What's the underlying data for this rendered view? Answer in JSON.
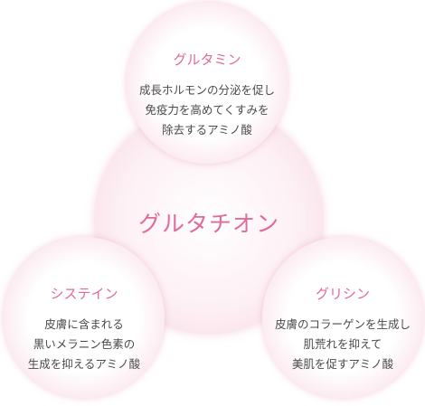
{
  "center": {
    "title": "グルタチオン"
  },
  "nodes": {
    "top": {
      "name": "グルタミン",
      "lines": [
        "成長ホルモンの分泌を促し",
        "免疫力を高めてくすみを",
        "除去するアミノ酸"
      ]
    },
    "left": {
      "name": "システイン",
      "lines": [
        "皮膚に含まれる",
        "黒いメラニン色素の",
        "生成を抑えるアミノ酸"
      ]
    },
    "right": {
      "name": "グリシン",
      "lines": [
        "皮膚のコラーゲンを生成し",
        "肌荒れを抑えて",
        "美肌を促すアミノ酸"
      ]
    }
  },
  "colors": {
    "accent": "#e06a9c",
    "text": "#4a4a4a",
    "circle_edge": "#f3c4d6"
  }
}
